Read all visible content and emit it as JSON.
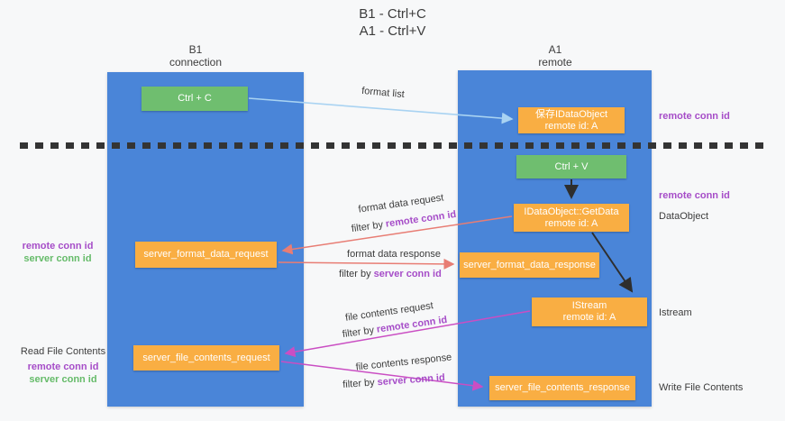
{
  "title": {
    "line1": "B1 - Ctrl+C",
    "line2": "A1 - Ctrl+V"
  },
  "columns": {
    "left": {
      "header_line1": "B1",
      "header_line2": "connection"
    },
    "right": {
      "header_line1": "A1",
      "header_line2": "remote"
    }
  },
  "boxes": {
    "ctrl_c": "Ctrl + C",
    "ctrl_v": "Ctrl + V",
    "save_idataobject": {
      "line1": "保存IDataObject",
      "line2": "remote id: A"
    },
    "getdata": {
      "line1": "IDataObject::GetData",
      "line2": "remote id: A"
    },
    "istream": {
      "line1": "IStream",
      "line2": "remote id: A"
    },
    "server_format_data_request": "server_format_data_request",
    "server_format_data_response": "server_format_data_response",
    "server_file_contents_request": "server_file_contents_request",
    "server_file_contents_response": "server_file_contents_response"
  },
  "arrow_labels": {
    "format_list": "format list",
    "format_data_request": "format data request",
    "format_data_response": "format data response",
    "file_contents_request": "file contents request",
    "file_contents_response": "file contents response",
    "filter_by": "filter by",
    "remote_conn_id": "remote conn id",
    "server_conn_id": "server conn id"
  },
  "side_labels": {
    "left_remote_conn_id": "remote conn id",
    "left_server_conn_id": "server conn id",
    "read_file_contents": "Read File Contents",
    "read_remote_conn_id": "remote conn id",
    "read_server_conn_id": "server conn id",
    "right_remote_conn_id_top": "remote conn id",
    "right_remote_conn_id_mid": "remote conn id",
    "dataobject": "DataObject",
    "istream": "Istream",
    "write_file_contents": "Write File Contents"
  },
  "colors": {
    "column_blue": "#4a85d8",
    "box_orange": "#f9ae43",
    "box_green": "#6fbe6f",
    "text_purple": "#a64dc8",
    "text_green": "#65bb69",
    "arrow_light_blue": "#a9d3f2",
    "arrow_salmon": "#e87d74",
    "arrow_magenta": "#ca4ec3",
    "arrow_black": "#2e2e2e",
    "background": "#f7f8f9"
  }
}
